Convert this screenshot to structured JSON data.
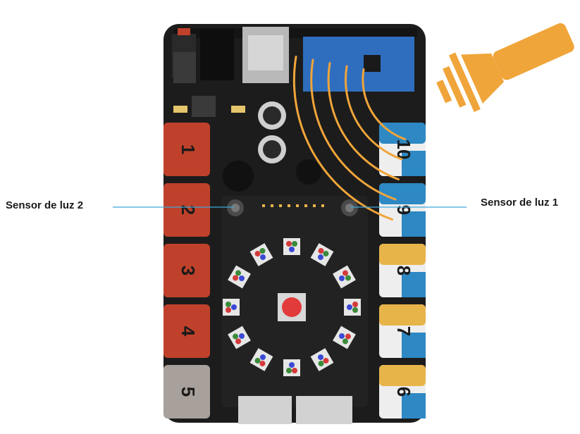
{
  "labels": {
    "sensor_left": "Sensor de luz 2",
    "sensor_right": "Sensor de luz 1"
  },
  "board": {
    "left_ports": [
      "1",
      "2",
      "3",
      "4",
      "5"
    ],
    "right_ports": [
      "10",
      "9",
      "8",
      "7",
      "6"
    ]
  },
  "colors": {
    "board": "#1c1c1c",
    "port_red": "#c0412b",
    "port_gray": "#a8a09a",
    "port_blue": "#2e88c4",
    "port_yellow": "#e7b44a",
    "flashlight": "#f0a53a",
    "light_rays": "#f0a53a",
    "leader_line": "#3ea6d9",
    "center_button": "#e23b3b"
  },
  "icons": [
    "flashlight-icon",
    "light-wave-icon",
    "rgb-led-icon"
  ]
}
